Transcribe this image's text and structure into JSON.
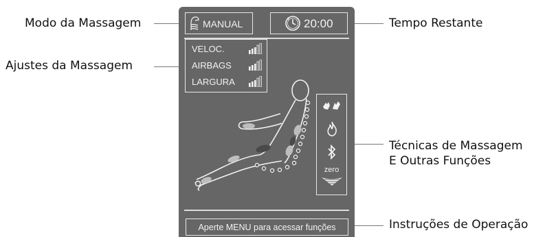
{
  "callouts": {
    "mode": "Modo da Massagem",
    "time": "Tempo Restante",
    "settings": "Ajustes da Massagem",
    "techniques_line1": "Técnicas de Massagem",
    "techniques_line2": "E Outras Funções",
    "instructions": "Instruções de Operação"
  },
  "screen": {
    "mode_label": "MANUAL",
    "mode_icon": "hand-icon",
    "timer_icon": "clock-icon",
    "timer_value": "20:00",
    "settings": [
      {
        "label": "VELOC.",
        "level_fraction": 0.6
      },
      {
        "label": "AIRBAGS",
        "level_fraction": 0.6
      },
      {
        "label": "LARGURA",
        "level_fraction": 0.6
      }
    ],
    "technique_icons": [
      "massage-hands-icon",
      "flame-heat-icon",
      "bluetooth-icon",
      "zero-gravity-icon"
    ],
    "zero_label": "zero",
    "instruction_text": "Aperte MENU para acessar funções"
  },
  "colors": {
    "screen_bg": "#666666",
    "foreground": "#f2f2f2",
    "leader_line": "#777777"
  }
}
